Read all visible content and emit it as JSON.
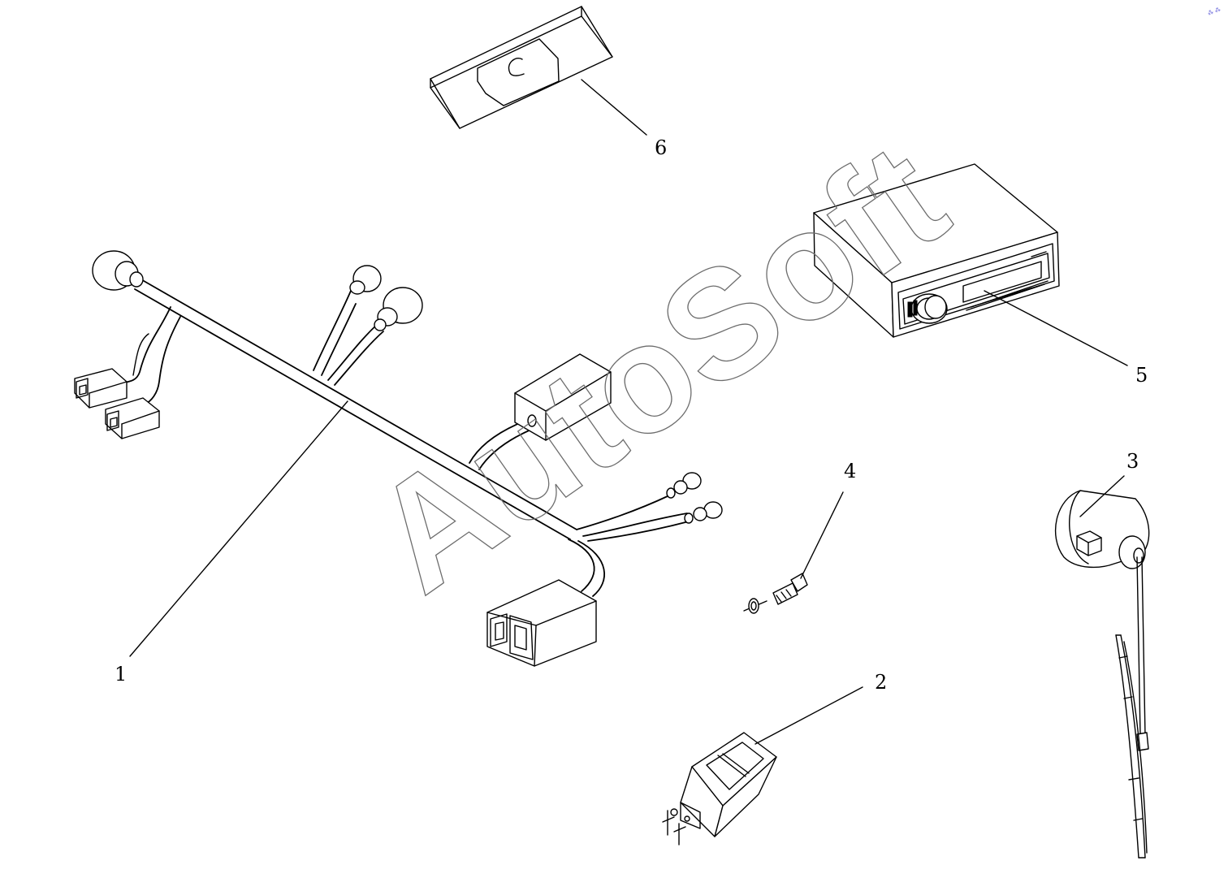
{
  "watermark": "AutoSoft",
  "corner_mark": "⁂ ⁂",
  "callouts": [
    {
      "label": "1",
      "part": "wiring-harness"
    },
    {
      "label": "2",
      "part": "rocker-switch"
    },
    {
      "label": "3",
      "part": "wiper-motor-and-blade"
    },
    {
      "label": "4",
      "part": "bolt-and-washer"
    },
    {
      "label": "5",
      "part": "car-radio"
    },
    {
      "label": "6",
      "part": "mounting-bracket"
    }
  ]
}
